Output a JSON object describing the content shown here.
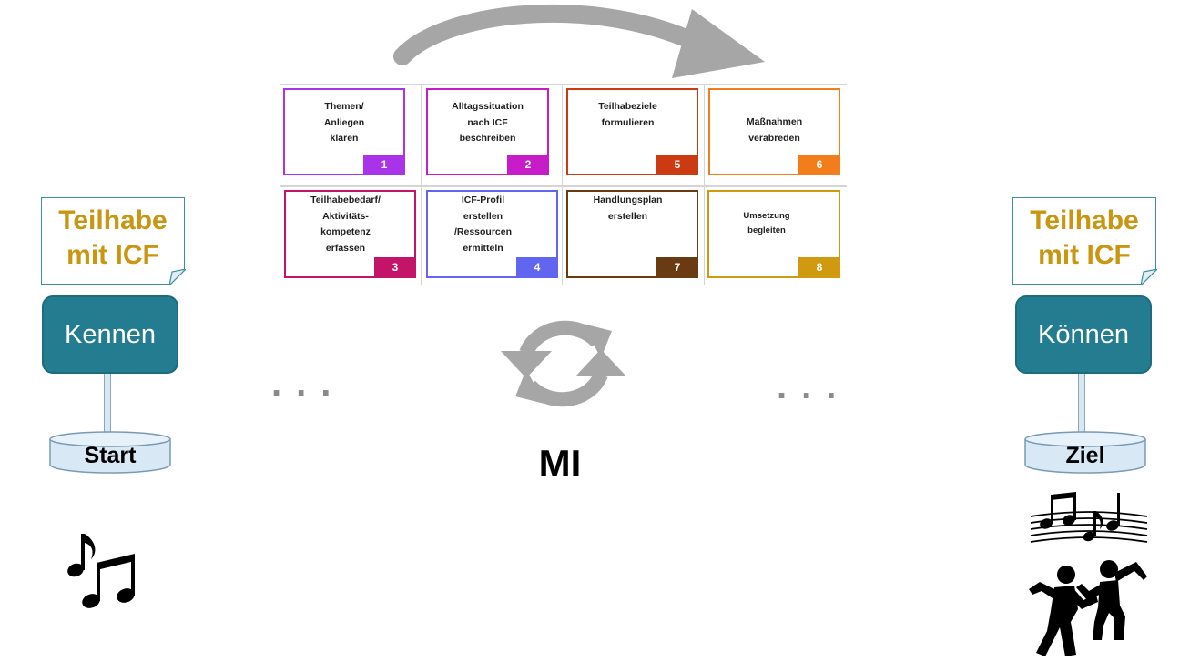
{
  "steps": [
    {
      "label": "Themen/\nAnliegen\nklären",
      "number": "1",
      "color": "#a833e8"
    },
    {
      "label": "Alltagssituation\nnach ICF\nbeschreiben",
      "number": "2",
      "color": "#c81cc8"
    },
    {
      "label": "Teilhabeziele\nformulieren",
      "number": "5",
      "color": "#cc3a12"
    },
    {
      "label": "Maßnahmen\nverabreden",
      "number": "6",
      "color": "#f27d1a"
    },
    {
      "label": "Teilhabebedarf/\nAktivitäts-\nkompetenz\nerfassen",
      "number": "3",
      "color": "#c4146a"
    },
    {
      "label": "ICF-Profil\nerstellen\n/Ressourcen\nermitteln",
      "number": "4",
      "color": "#6166f0"
    },
    {
      "label": "Handlungsplan\nerstellen",
      "number": "7",
      "color": "#6a3a12"
    },
    {
      "label": "Umsetzung\nbegleiten",
      "number": "8",
      "color": "#cf9a10"
    }
  ],
  "left": {
    "note": "Teilhabe\nmit ICF",
    "sign": "Kennen",
    "base": "Start"
  },
  "right": {
    "note": "Teilhabe\nmit ICF",
    "sign": "Können",
    "base": "Ziel"
  },
  "center": {
    "ellipsis_left": "...",
    "ellipsis_right": "...",
    "mi": "MI"
  },
  "icons": {
    "top": "curved-arrow-right-icon",
    "center": "refresh-cycle-icon",
    "left_bottom": "music-notes-icon",
    "right_bottom_1": "music-staff-icon",
    "right_bottom_2": "dancing-people-icon"
  },
  "colors": {
    "sign": "#237c8f",
    "note_text": "#c99612",
    "arrow": "#a6a6a6"
  }
}
